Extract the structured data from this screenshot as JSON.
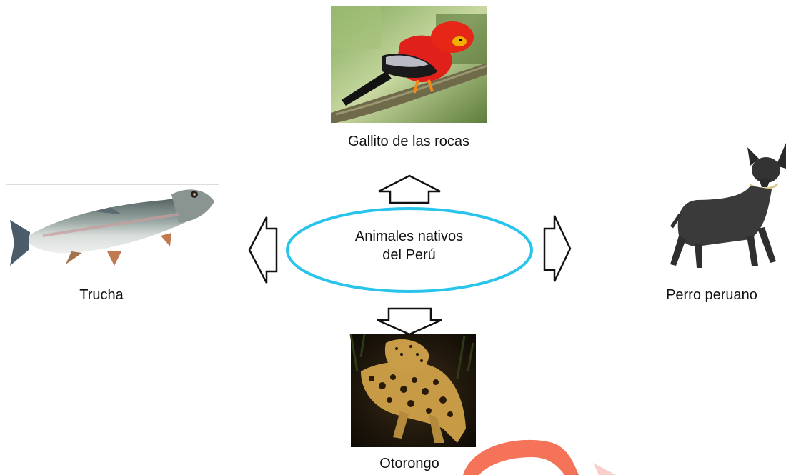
{
  "center": {
    "line1": "Animales nativos",
    "line2": "del Perú",
    "border_color": "#29c4ec"
  },
  "animals": {
    "top": {
      "label": "Gallito de las rocas",
      "image": "red-bird-photo"
    },
    "left": {
      "label": "Trucha",
      "image": "trout-fish-photo"
    },
    "right": {
      "label": "Perro peruano",
      "image": "hairless-dog-photo"
    },
    "bottom": {
      "label": "Otorongo",
      "image": "jaguar-photo"
    }
  },
  "arrows": [
    "arrow-up-icon",
    "arrow-left-icon",
    "arrow-right-icon",
    "arrow-down-icon"
  ]
}
